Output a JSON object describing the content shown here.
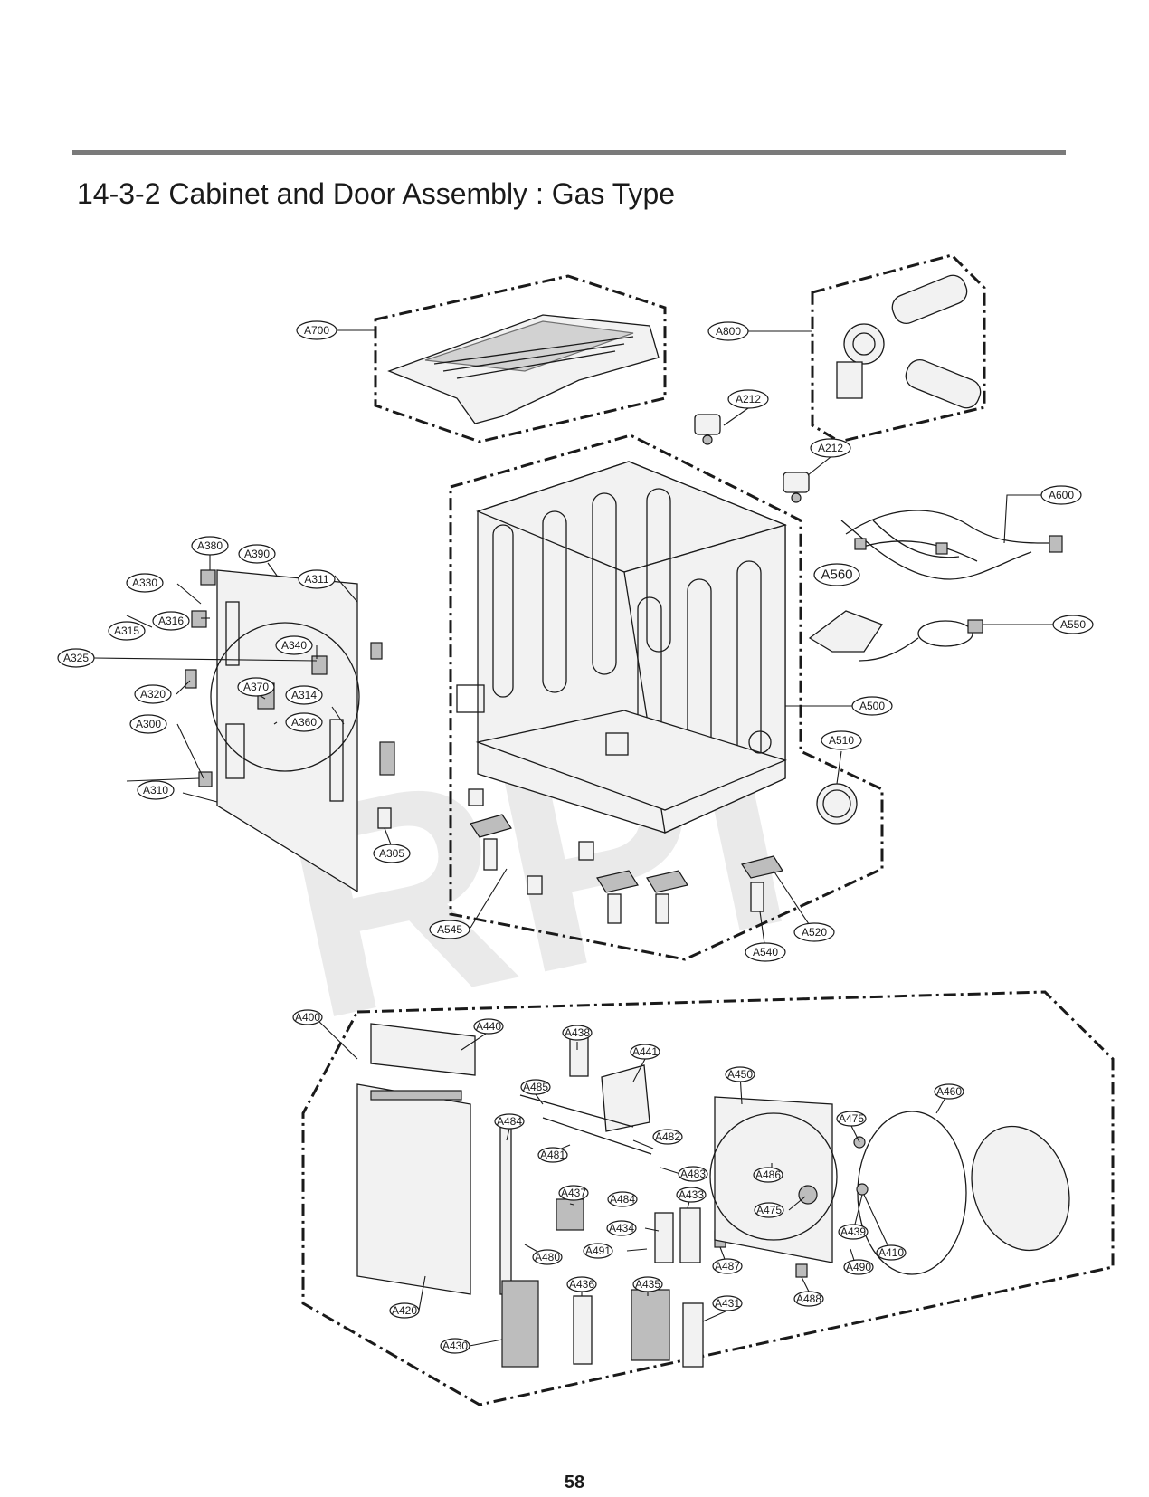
{
  "header": {
    "title": "14-3-2 Cabinet and Door Assembly : Gas Type"
  },
  "watermark": "RPI",
  "page_number": "58",
  "callouts": {
    "A700": "A700",
    "A800": "A800",
    "A212a": "A212",
    "A212b": "A212",
    "A600": "A600",
    "A560": "A560",
    "A550": "A550",
    "A500": "A500",
    "A510": "A510",
    "A520": "A520",
    "A540": "A540",
    "A545": "A545",
    "A380": "A380",
    "A390": "A390",
    "A311": "A311",
    "A330": "A330",
    "A316": "A316",
    "A315": "A315",
    "A340": "A340",
    "A325": "A325",
    "A370": "A370",
    "A314": "A314",
    "A320": "A320",
    "A360": "A360",
    "A300": "A300",
    "A310": "A310",
    "A305": "A305",
    "A400": "A400",
    "A440": "A440",
    "A438": "A438",
    "A441": "A441",
    "A450": "A450",
    "A460": "A460",
    "A485": "A485",
    "A484a": "A484",
    "A481": "A481",
    "A482": "A482",
    "A483": "A483",
    "A486": "A486",
    "A475": "A475",
    "A437": "A437",
    "A484b": "A484",
    "A433": "A433",
    "A434": "A434",
    "A491": "A491",
    "A480": "A480",
    "A487": "A487",
    "A439": "A439",
    "A410": "A410",
    "A490": "A490",
    "A488": "A488",
    "A436": "A436",
    "A435": "A435",
    "A431": "A431",
    "A420": "A420",
    "A430": "A430",
    "A475b": "A475"
  }
}
